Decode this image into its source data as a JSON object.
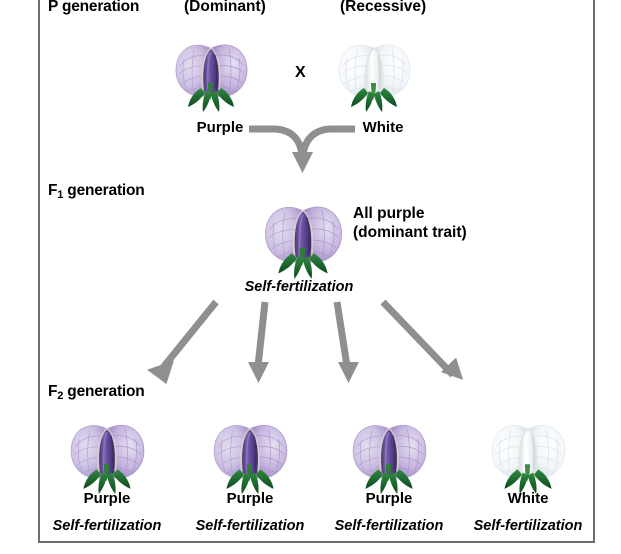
{
  "diagram": {
    "title_present": false,
    "accent_color": "#8d8f91",
    "frame_color": "#6d6e71",
    "purple_petal_color": "#c9bcdf",
    "purple_keel_color": "#6a4c9c",
    "white_petal_color": "#f3f5f8",
    "white_keel_color": "#e8ecef",
    "leaf_color": "#1f6b31"
  },
  "p_generation": {
    "label": "P generation",
    "parents": [
      {
        "header": "(Dominant)",
        "trait": "Purple",
        "flower": "purple"
      },
      {
        "header": "(Recessive)",
        "trait": "White",
        "flower": "white"
      }
    ],
    "cross_symbol": "X"
  },
  "f1_generation": {
    "label": "F1 generation",
    "label_base": "F",
    "label_sub": "1",
    "label_rest": " generation",
    "result_line1": "All purple",
    "result_line2": "(dominant trait)",
    "flower": "purple",
    "self_fertilization": "Self-fertilization"
  },
  "f2_generation": {
    "label_base": "F",
    "label_sub": "2",
    "label_rest": " generation",
    "offspring": [
      {
        "trait": "Purple",
        "flower": "purple",
        "self_fertilization": "Self-fertilization"
      },
      {
        "trait": "Purple",
        "flower": "purple",
        "self_fertilization": "Self-fertilization"
      },
      {
        "trait": "Purple",
        "flower": "purple",
        "self_fertilization": "Self-fertilization"
      },
      {
        "trait": "White",
        "flower": "white",
        "self_fertilization": "Self-fertilization"
      }
    ]
  }
}
